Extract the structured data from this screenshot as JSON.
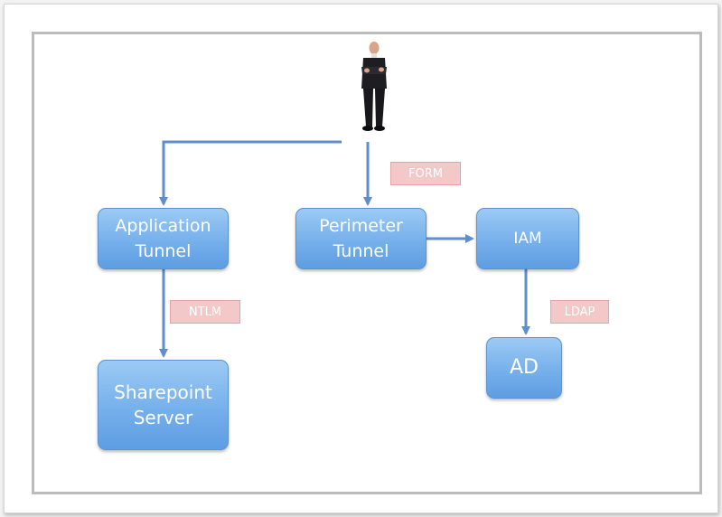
{
  "diagram": {
    "nodes": {
      "application_tunnel": "Application\nTunnel",
      "perimeter_tunnel": "Perimeter\nTunnel",
      "iam": "IAM",
      "sharepoint_server": "Sharepoint\nServer",
      "ad": "AD"
    },
    "tags": {
      "form": "FORM",
      "ntlm": "NTLM",
      "ldap": "LDAP"
    },
    "user_icon": "business-person-icon",
    "colors": {
      "node_fill": "#79b2ec",
      "node_border": "#5d92cf",
      "connector": "#5f8fcb",
      "tag_fill": "#f2c8c8",
      "frame_border": "#bcbcbc"
    }
  }
}
